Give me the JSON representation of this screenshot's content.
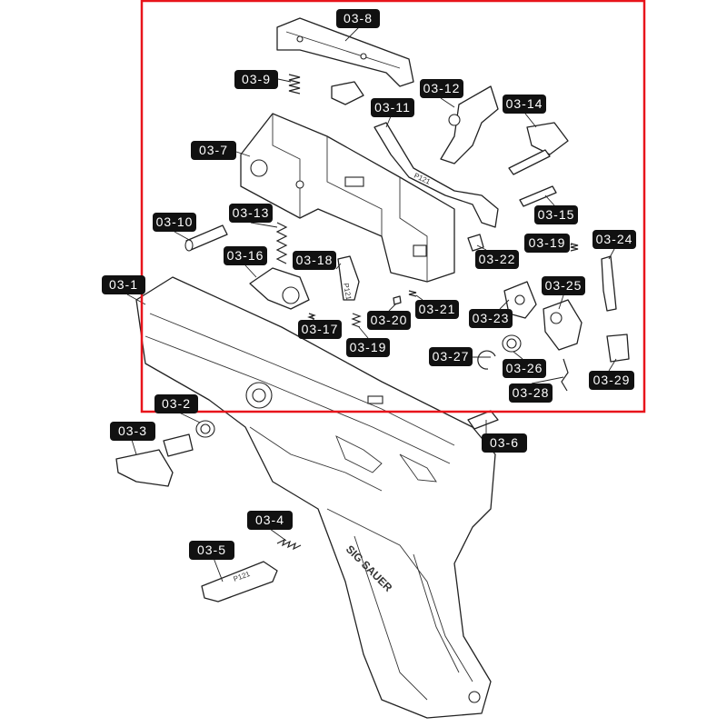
{
  "diagram": {
    "highlight_color": "#e8141b",
    "tag_color": "#111111",
    "brand_text": "SIG SAUER",
    "engraving": "P121",
    "labels": {
      "p03_1": "03-1",
      "p03_2": "03-2",
      "p03_3": "03-3",
      "p03_4": "03-4",
      "p03_5": "03-5",
      "p03_6": "03-6",
      "p03_7": "03-7",
      "p03_8": "03-8",
      "p03_9": "03-9",
      "p03_10": "03-10",
      "p03_11": "03-11",
      "p03_12": "03-12",
      "p03_13": "03-13",
      "p03_14": "03-14",
      "p03_15": "03-15",
      "p03_16": "03-16",
      "p03_17": "03-17",
      "p03_18": "03-18",
      "p03_19a": "03-19",
      "p03_19b": "03-19",
      "p03_20": "03-20",
      "p03_21": "03-21",
      "p03_22": "03-22",
      "p03_23": "03-23",
      "p03_24": "03-24",
      "p03_25": "03-25",
      "p03_26": "03-26",
      "p03_27": "03-27",
      "p03_28": "03-28",
      "p03_29": "03-29"
    }
  }
}
